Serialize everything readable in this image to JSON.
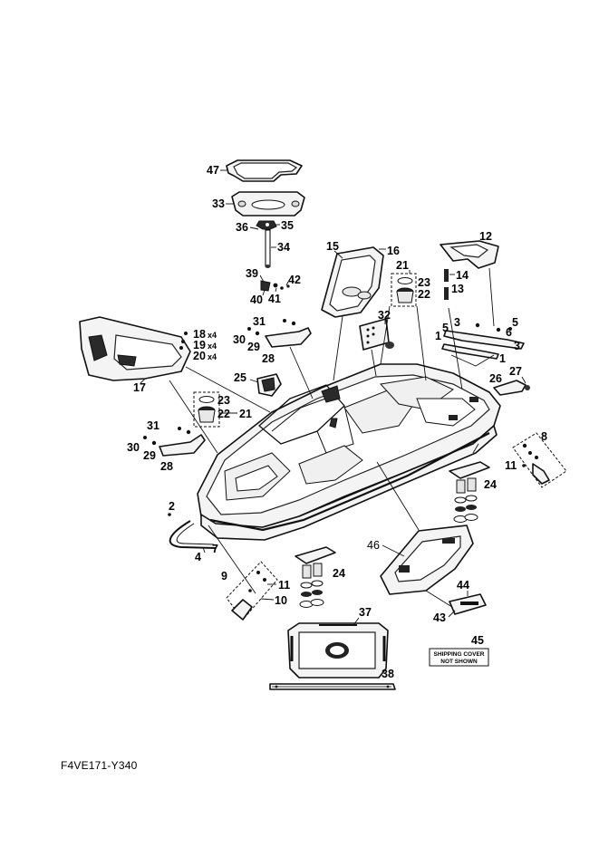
{
  "figure_code": "F4VE171-Y340",
  "shipping_note": {
    "number": "45",
    "line1": "SHIPPING COVER",
    "line2": "NOT SHOWN"
  },
  "callouts": {
    "c1a": "1",
    "c1b": "1",
    "c2": "2",
    "c3a": "3",
    "c3b": "3",
    "c4": "4",
    "c5a": "5",
    "c5b": "5",
    "c6": "6",
    "c7": "7",
    "c8": "8",
    "c9": "9",
    "c10": "10",
    "c11a": "11",
    "c11b": "11",
    "c12": "12",
    "c13": "13",
    "c14": "14",
    "c15": "15",
    "c16": "16",
    "c17": "17",
    "c18": "18",
    "c18x": "x4",
    "c19": "19",
    "c19x": "x4",
    "c20": "20",
    "c20x": "x4",
    "c21a": "21",
    "c21b": "21",
    "c22a": "22",
    "c22b": "22",
    "c23a": "23",
    "c23b": "23",
    "c24a": "24",
    "c24b": "24",
    "c25": "25",
    "c26": "26",
    "c27": "27",
    "c28a": "28",
    "c28b": "28",
    "c29a": "29",
    "c29b": "29",
    "c30a": "30",
    "c30b": "30",
    "c31a": "31",
    "c31b": "31",
    "c32": "32",
    "c33": "33",
    "c34": "34",
    "c35": "35",
    "c36": "36",
    "c37": "37",
    "c38": "38",
    "c39": "39",
    "c40": "40",
    "c41": "41",
    "c42": "42",
    "c43": "43",
    "c44": "44",
    "c46": "46",
    "c47": "47"
  }
}
